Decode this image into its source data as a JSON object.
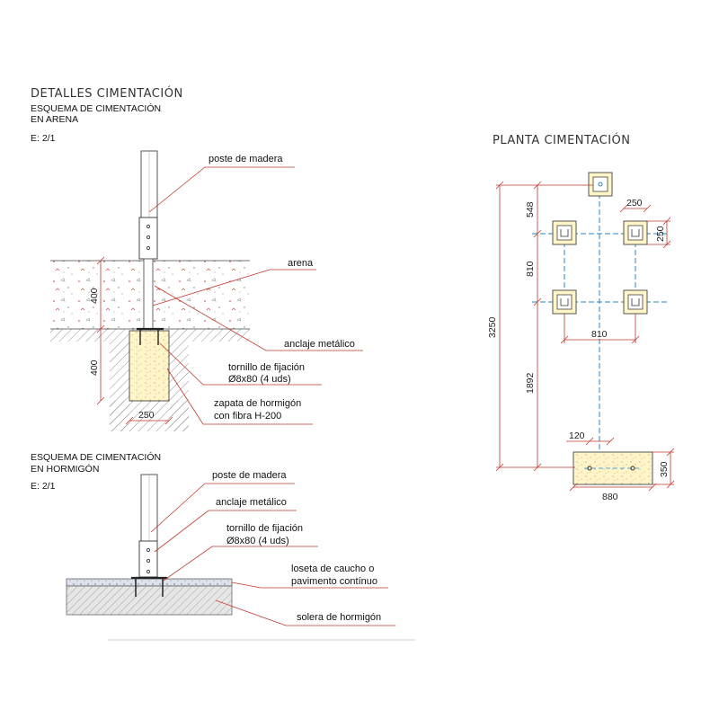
{
  "titles": {
    "main": "DETALLES CIMENTACIÓN",
    "plan": "PLANTA CIMENTACIÓN"
  },
  "detail_sand": {
    "title_line1": "ESQUEMA DE CIMENTACIÓN",
    "title_line2": "EN ARENA",
    "scale": "E: 2/1",
    "labels": {
      "post": "poste de madera",
      "sand": "arena",
      "anchor": "anclaje metálico",
      "bolt_line1": "tornillo de fijación",
      "bolt_line2": "Ø8x80 (4 uds)",
      "footing_line1": "zapata de hormigón",
      "footing_line2": "con fibra H-200"
    },
    "dims": {
      "sand_depth": "400",
      "footing_depth": "400",
      "footing_width": "250"
    }
  },
  "detail_concrete": {
    "title_line1": "ESQUEMA DE CIMENTACIÓN",
    "title_line2": "EN HORMIGÓN",
    "scale": "E: 2/1",
    "labels": {
      "post": "poste de madera",
      "anchor": "anclaje metálico",
      "bolt_line1": "tornillo de fijación",
      "bolt_line2": "Ø8x80 (4 uds)",
      "tile_line1": "loseta de caucho o",
      "tile_line2": "pavimento contínuo",
      "slab": "solera de hormigón"
    }
  },
  "plan": {
    "dims": {
      "total_height": "3250",
      "top_offset": "548",
      "grid_v": "810",
      "bottom_span": "1892",
      "footing_w": "250",
      "footing_h": "250",
      "grid_h": "810",
      "slab_offset": "120",
      "slab_h": "350",
      "slab_w": "880"
    }
  },
  "colors": {
    "leader": "#c0392b",
    "axis": "#2e86c1",
    "footing_fill": "#fff5c8",
    "hatch": "#666666"
  }
}
